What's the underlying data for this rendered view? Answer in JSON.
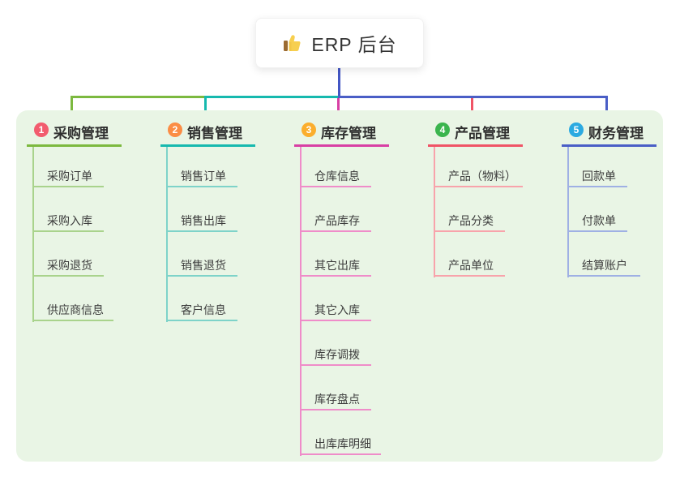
{
  "root": {
    "label": "ERP 后台",
    "icon": "thumbs-up-icon"
  },
  "colors": {
    "trunk": "#4356c4",
    "panel_bg": "#e9f5e5",
    "label_text": "#2f2f2f",
    "item_text": "#3d3d3d"
  },
  "branches": [
    {
      "index": "1",
      "label": "采购管理",
      "color": "#7cb93f",
      "light_color": "#a9d38c",
      "badge_color": "#f25c6e",
      "items": [
        "采购订单",
        "采购入库",
        "采购退货",
        "供应商信息"
      ]
    },
    {
      "index": "2",
      "label": "销售管理",
      "color": "#16b9ae",
      "light_color": "#7ed3c9",
      "badge_color": "#fb8d45",
      "items": [
        "销售订单",
        "销售出库",
        "销售退货",
        "客户信息"
      ]
    },
    {
      "index": "3",
      "label": "库存管理",
      "color": "#d83fa4",
      "light_color": "#ef8cc9",
      "badge_color": "#fbae2d",
      "items": [
        "仓库信息",
        "产品库存",
        "其它出库",
        "其它入库",
        "库存调拨",
        "库存盘点",
        "出库库明细"
      ]
    },
    {
      "index": "4",
      "label": "产品管理",
      "color": "#f05466",
      "light_color": "#f8a3ab",
      "badge_color": "#3bb54e",
      "items": [
        "产品（物料）",
        "产品分类",
        "产品单位"
      ]
    },
    {
      "index": "5",
      "label": "财务管理",
      "color": "#4a5ec6",
      "light_color": "#9fb0e4",
      "badge_color": "#2baae1",
      "items": [
        "回款单",
        "付款单",
        "结算账户"
      ]
    }
  ]
}
